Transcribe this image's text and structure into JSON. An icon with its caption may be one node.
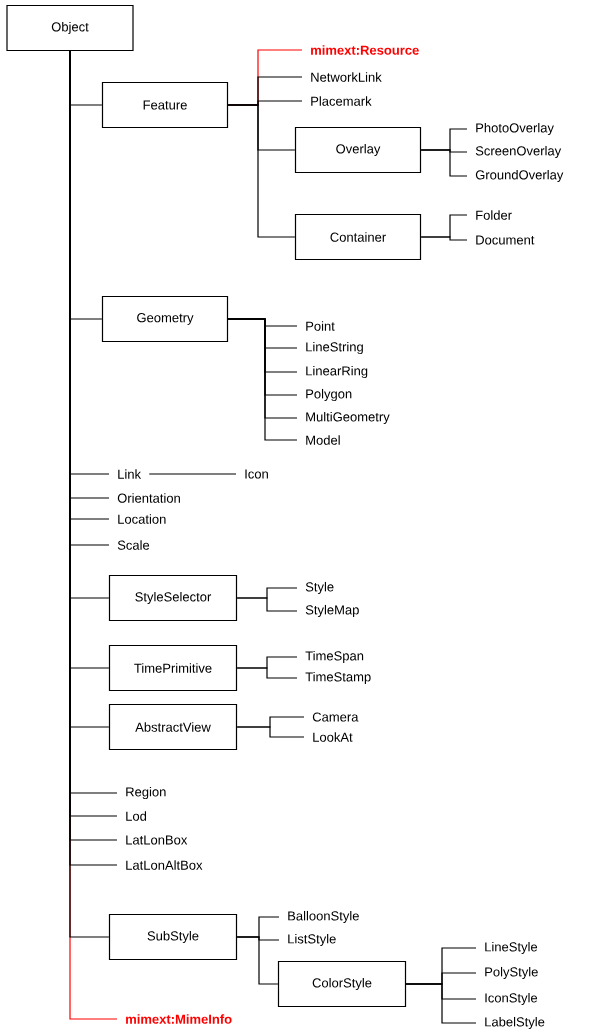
{
  "diagram": {
    "nodes": [
      {
        "text": [
          "Object"
        ]
      },
      {
        "text": [
          "Feature"
        ]
      },
      {
        "text": [
          "mimext:Resource"
        ]
      },
      {
        "text": [
          "NetworkLink"
        ]
      },
      {
        "text": [
          "Placemark"
        ]
      },
      {
        "text": [
          "Overlay"
        ]
      },
      {
        "text": [
          "PhotoOverlay"
        ]
      },
      {
        "text": [
          "ScreenOverlay"
        ]
      },
      {
        "text": [
          "GroundOverlay"
        ]
      },
      {
        "text": [
          "Container"
        ]
      },
      {
        "text": [
          "Folder"
        ]
      },
      {
        "text": [
          "Document"
        ]
      },
      {
        "text": [
          "Geometry"
        ]
      },
      {
        "text": [
          "Point"
        ]
      },
      {
        "text": [
          "LineString"
        ]
      },
      {
        "text": [
          "LinearRing"
        ]
      },
      {
        "text": [
          "Polygon"
        ]
      },
      {
        "text": [
          "MultiGeometry"
        ]
      },
      {
        "text": [
          "Model"
        ]
      },
      {
        "text": [
          "Link"
        ]
      },
      {
        "text": [
          "Icon"
        ]
      },
      {
        "text": [
          "Orientation"
        ]
      },
      {
        "text": [
          "Location"
        ]
      },
      {
        "text": [
          "Scale"
        ]
      },
      {
        "text": [
          "StyleSelector"
        ]
      },
      {
        "text": [
          "Style"
        ]
      },
      {
        "text": [
          "StyleMap"
        ]
      },
      {
        "text": [
          "TimePrimitive"
        ]
      },
      {
        "text": [
          "TimeSpan"
        ]
      },
      {
        "text": [
          "TimeStamp"
        ]
      },
      {
        "text": [
          "AbstractView"
        ]
      },
      {
        "text": [
          "Camera"
        ]
      },
      {
        "text": [
          "LookAt"
        ]
      },
      {
        "text": [
          "Region"
        ]
      },
      {
        "text": [
          "Lod"
        ]
      },
      {
        "text": [
          "LatLonBox"
        ]
      },
      {
        "text": [
          "LatLonAltBox"
        ]
      },
      {
        "text": [
          "SubStyle"
        ]
      },
      {
        "text": [
          "BalloonStyle"
        ]
      },
      {
        "text": [
          "ListStyle"
        ]
      },
      {
        "text": [
          "ColorStyle"
        ]
      },
      {
        "text": [
          "LineStyle"
        ]
      },
      {
        "text": [
          "PolyStyle"
        ]
      },
      {
        "text": [
          "IconStyle"
        ]
      },
      {
        "text": [
          "LabelStyle"
        ]
      },
      {
        "text": [
          "mimext:MimeInfo"
        ]
      }
    ],
    "edges": [
      {
        "from": 0,
        "to": 1,
        "arrow": "none"
      },
      {
        "from": 1,
        "to": 2,
        "arrow": "none",
        "color": "#ff0000"
      },
      {
        "from": 1,
        "to": 3,
        "arrow": "none"
      },
      {
        "from": 1,
        "to": 4,
        "arrow": "none"
      },
      {
        "from": 1,
        "to": 5,
        "arrow": "none"
      },
      {
        "from": 5,
        "to": 6,
        "arrow": "none"
      },
      {
        "from": 5,
        "to": 7,
        "arrow": "none"
      },
      {
        "from": 5,
        "to": 8,
        "arrow": "none"
      },
      {
        "from": 1,
        "to": 9,
        "arrow": "none"
      },
      {
        "from": 9,
        "to": 10,
        "arrow": "none"
      },
      {
        "from": 9,
        "to": 11,
        "arrow": "none"
      },
      {
        "from": 0,
        "to": 12,
        "arrow": "none"
      },
      {
        "from": 12,
        "to": 13,
        "arrow": "none"
      },
      {
        "from": 12,
        "to": 14,
        "arrow": "none"
      },
      {
        "from": 12,
        "to": 15,
        "arrow": "none"
      },
      {
        "from": 12,
        "to": 16,
        "arrow": "none"
      },
      {
        "from": 12,
        "to": 17,
        "arrow": "none"
      },
      {
        "from": 12,
        "to": 18,
        "arrow": "none"
      },
      {
        "from": 0,
        "to": 19,
        "arrow": "none"
      },
      {
        "from": 19,
        "to": 20,
        "arrow": "none"
      },
      {
        "from": 0,
        "to": 21,
        "arrow": "none"
      },
      {
        "from": 0,
        "to": 22,
        "arrow": "none"
      },
      {
        "from": 0,
        "to": 23,
        "arrow": "none"
      },
      {
        "from": 0,
        "to": 24,
        "arrow": "none"
      },
      {
        "from": 24,
        "to": 25,
        "arrow": "none"
      },
      {
        "from": 24,
        "to": 26,
        "arrow": "none"
      },
      {
        "from": 0,
        "to": 27,
        "arrow": "none"
      },
      {
        "from": 27,
        "to": 28,
        "arrow": "none"
      },
      {
        "from": 27,
        "to": 29,
        "arrow": "none"
      },
      {
        "from": 0,
        "to": 30,
        "arrow": "none"
      },
      {
        "from": 30,
        "to": 31,
        "arrow": "none"
      },
      {
        "from": 30,
        "to": 32,
        "arrow": "none"
      },
      {
        "from": 0,
        "to": 33,
        "arrow": "none"
      },
      {
        "from": 0,
        "to": 34,
        "arrow": "none"
      },
      {
        "from": 0,
        "to": 35,
        "arrow": "none"
      },
      {
        "from": 0,
        "to": 36,
        "arrow": "none"
      },
      {
        "from": 0,
        "to": 37,
        "arrow": "none"
      },
      {
        "from": 37,
        "to": 38,
        "arrow": "none"
      },
      {
        "from": 37,
        "to": 39,
        "arrow": "none"
      },
      {
        "from": 37,
        "to": 40,
        "arrow": "none"
      },
      {
        "from": 40,
        "to": 41,
        "arrow": "none"
      },
      {
        "from": 40,
        "to": 42,
        "arrow": "none"
      },
      {
        "from": 40,
        "to": 43,
        "arrow": "none"
      },
      {
        "from": 40,
        "to": 44,
        "arrow": "none"
      },
      {
        "from": 0,
        "to": 45,
        "arrow": "none",
        "color": "#ff0000"
      }
    ]
  }
}
